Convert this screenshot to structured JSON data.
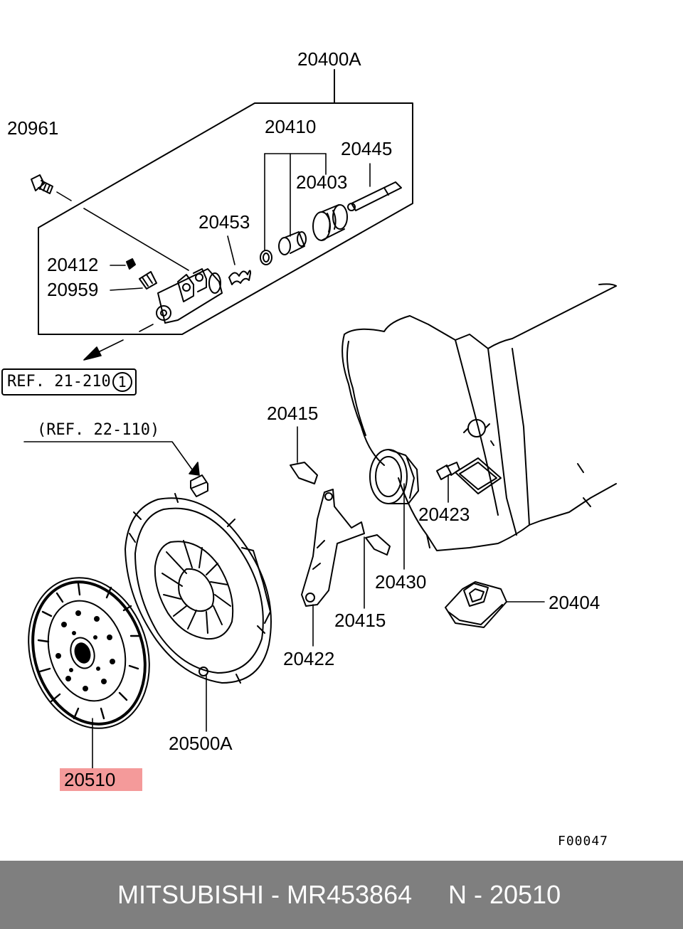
{
  "labels": {
    "a20400A": "20400A",
    "a20961": "20961",
    "a20410": "20410",
    "a20445": "20445",
    "a20403": "20403",
    "a20453": "20453",
    "a20412": "20412",
    "a20959": "20959",
    "a20415_top": "20415",
    "a20423": "20423",
    "a20430": "20430",
    "a20404": "20404",
    "a20415_bottom": "20415",
    "a20422": "20422",
    "a20500A": "20500A",
    "a20510": "20510"
  },
  "refs": {
    "ref1_text": "REF. 21-210",
    "ref1_circle": "1",
    "ref2_text": "(REF. 22-110)"
  },
  "figure_code": "F00047",
  "footer": {
    "brand_part": "MITSUBISHI - MR453864",
    "code": "N - 20510"
  },
  "colors": {
    "highlight": "#f49a9a",
    "footer_bg": "#7f7f7f"
  }
}
